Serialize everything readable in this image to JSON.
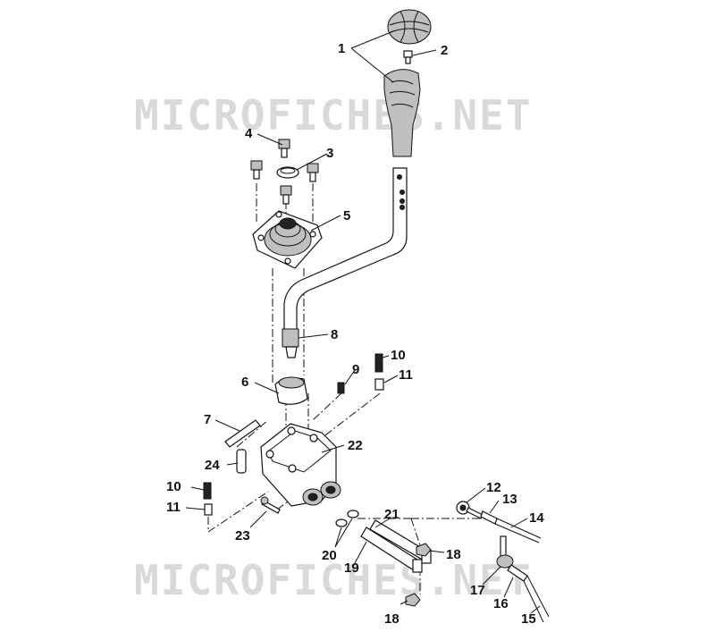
{
  "watermark": {
    "top": "MICROFICHES.NET",
    "bottom": "MICROFICHES.NET"
  },
  "callouts": [
    {
      "id": "c1",
      "text": "1"
    },
    {
      "id": "c2",
      "text": "2"
    },
    {
      "id": "c3",
      "text": "3"
    },
    {
      "id": "c4",
      "text": "4"
    },
    {
      "id": "c5",
      "text": "5"
    },
    {
      "id": "c6",
      "text": "6"
    },
    {
      "id": "c7",
      "text": "7"
    },
    {
      "id": "c8",
      "text": "8"
    },
    {
      "id": "c9",
      "text": "9"
    },
    {
      "id": "c10a",
      "text": "10"
    },
    {
      "id": "c11a",
      "text": "11"
    },
    {
      "id": "c10b",
      "text": "10"
    },
    {
      "id": "c11b",
      "text": "11"
    },
    {
      "id": "c12",
      "text": "12"
    },
    {
      "id": "c13",
      "text": "13"
    },
    {
      "id": "c14",
      "text": "14"
    },
    {
      "id": "c15",
      "text": "15"
    },
    {
      "id": "c16",
      "text": "16"
    },
    {
      "id": "c17",
      "text": "17"
    },
    {
      "id": "c18a",
      "text": "18"
    },
    {
      "id": "c18b",
      "text": "18"
    },
    {
      "id": "c19",
      "text": "19"
    },
    {
      "id": "c20",
      "text": "20"
    },
    {
      "id": "c21",
      "text": "21"
    },
    {
      "id": "c22",
      "text": "22"
    },
    {
      "id": "c23",
      "text": "23"
    },
    {
      "id": "c24",
      "text": "24"
    }
  ]
}
